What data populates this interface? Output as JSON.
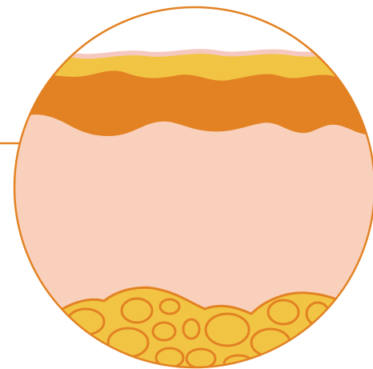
{
  "diagram": {
    "type": "skin-cross-section",
    "layers": [
      {
        "name": "stratum-corneum",
        "color": "#f2c443"
      },
      {
        "name": "epidermis",
        "color": "#e28223"
      },
      {
        "name": "dermis",
        "color": "#f9d0bc"
      },
      {
        "name": "subcutaneous-fat",
        "color": "#f2c443"
      }
    ],
    "fat_cell_count": 16,
    "pointer_line": true
  },
  "colors": {
    "outline": "#e28223",
    "skin_pink": "#f9d0bc",
    "highlight_pink": "#f5c9c0",
    "fat_yellow": "#f2c443",
    "epidermis_orange": "#e28223",
    "background": "#ffffff"
  }
}
